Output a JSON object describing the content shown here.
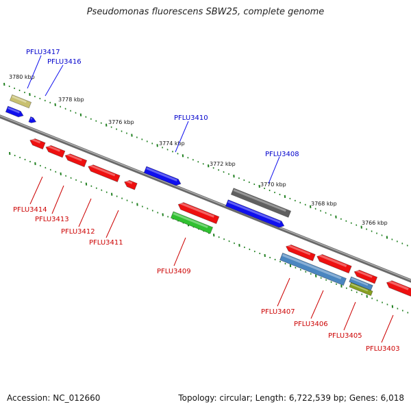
{
  "title": "Pseudomonas fluorescens SBW25, complete genome",
  "footer": {
    "accession": "Accession: NC_012660",
    "summary": "Topology: circular; Length: 6,722,539 bp; Genes: 6,018"
  },
  "kbp_labels": [
    "3780 kbp",
    "3778 kbp",
    "3776 kbp",
    "3774 kbp",
    "3772 kbp",
    "3770 kbp",
    "3768 kbp",
    "3766 kbp"
  ],
  "genes_forward": [
    {
      "name": "PFLU3417",
      "color": "#1010ee"
    },
    {
      "name": "PFLU3416",
      "color": "#1010ee"
    },
    {
      "name": "PFLU3410",
      "color": "#1010ee"
    },
    {
      "name": "PFLU3408",
      "color": "#1010ee"
    }
  ],
  "genes_reverse": [
    {
      "name": "PFLU3414",
      "color": "#ee1010"
    },
    {
      "name": "PFLU3413",
      "color": "#ee1010"
    },
    {
      "name": "PFLU3412",
      "color": "#ee1010"
    },
    {
      "name": "PFLU3411",
      "color": "#ee1010"
    },
    {
      "name": "PFLU3409",
      "color": "#ee1010"
    },
    {
      "name": "PFLU3407",
      "color": "#ee1010"
    },
    {
      "name": "PFLU3406",
      "color": "#ee1010"
    },
    {
      "name": "PFLU3405",
      "color": "#ee1010"
    },
    {
      "name": "PFLU3403",
      "color": "#ee1010"
    }
  ],
  "feature_colors": {
    "backbone": "#808080",
    "tick": "#208020",
    "cds_forward": "#1010ee",
    "cds_reverse": "#ee1010",
    "misc_olive": "#c8c070",
    "misc_gray": "#606060",
    "misc_green": "#30c030",
    "misc_steel": "#4a86c0",
    "misc_olive_dark": "#88a020"
  }
}
